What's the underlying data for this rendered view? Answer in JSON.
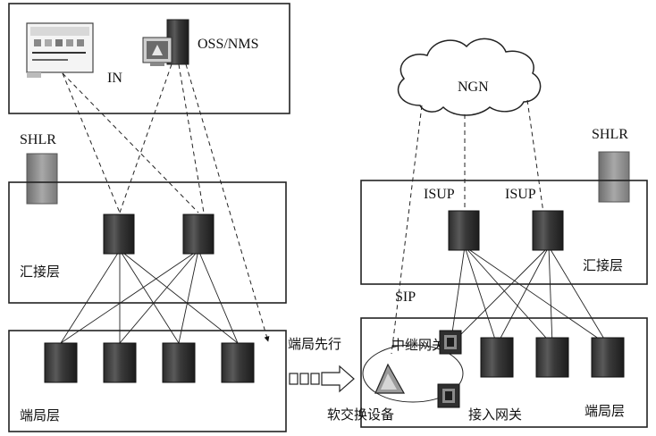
{
  "left": {
    "top_labels": {
      "in": "IN",
      "oss": "OSS/NMS"
    },
    "shlr": "SHLR",
    "tandem_layer": "汇接层",
    "end_layer": "端局层"
  },
  "center": {
    "transition": "端局先行"
  },
  "right": {
    "cloud": "NGN",
    "shlr": "SHLR",
    "isup_left": "ISUP",
    "isup_right": "ISUP",
    "tandem_layer": "汇接层",
    "sip": "SIP",
    "trunk_gateway": "中继网关",
    "softswitch": "软交换设备",
    "access_gateway": "接入网关",
    "end_layer": "端局层"
  }
}
